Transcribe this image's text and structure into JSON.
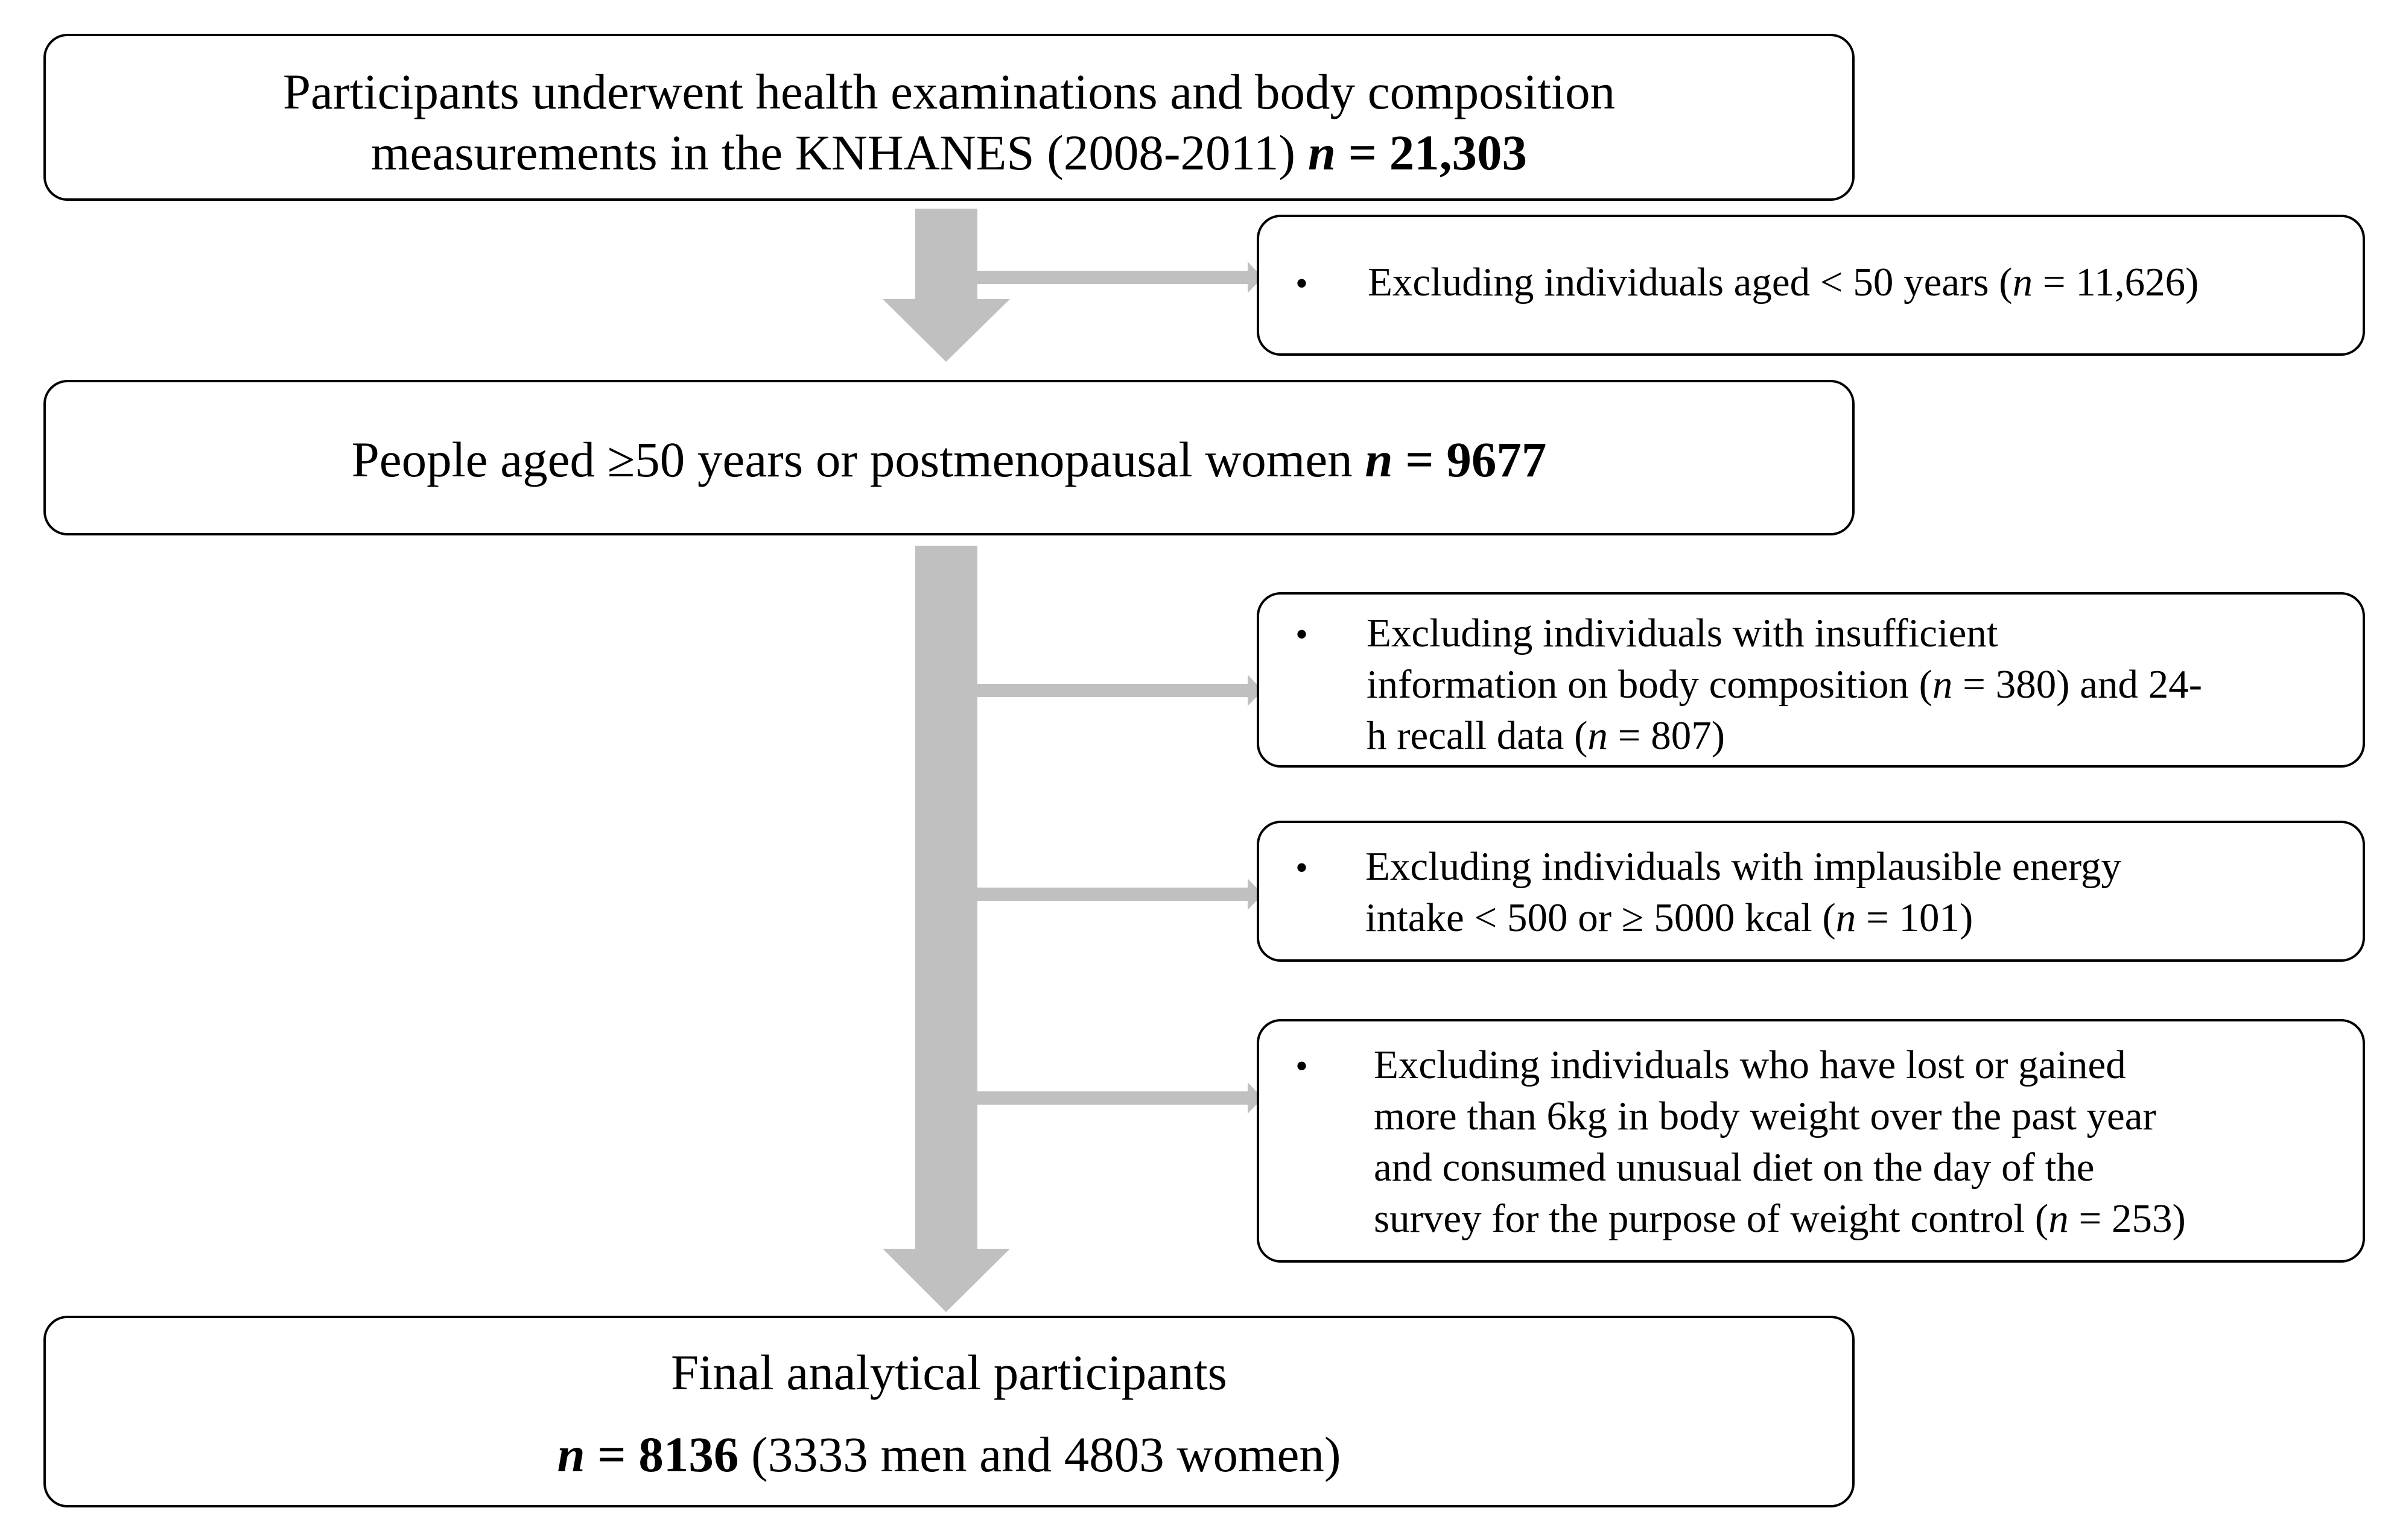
{
  "nodes": {
    "initial": {
      "line1": "Participants underwent health examinations and body composition",
      "line2": "measurements in the KNHANES (2008-2011) ",
      "n_label": "n",
      "n_value": " = 21,303"
    },
    "aged50": {
      "text": "People aged ≥50 years or postmenopausal women ",
      "n_label": "n",
      "n_value": " = 9677"
    },
    "final": {
      "line1": "Final analytical participants",
      "n_label": "n",
      "n_value": " = 8136",
      "detail": " (3333 men and 4803 women)"
    }
  },
  "exclusions": [
    {
      "bullet": "•",
      "pre": "Excluding individuals aged < 50 years (",
      "n_label": "n",
      "post": " = 11,626)"
    },
    {
      "bullet": "•",
      "line1": "Excluding individuals with insufficient",
      "line2a": "information on body composition (",
      "n_label_a": "n",
      "line2b": " = 380) and 24-",
      "line3a": "h recall data (",
      "n_label_b": "n",
      "line3b": " = 807)"
    },
    {
      "bullet": "•",
      "line1": "Excluding individuals with implausible energy",
      "line2a": "intake < 500 or ≥ 5000 kcal (",
      "n_label": "n",
      "line2b": " = 101)"
    },
    {
      "bullet": "•",
      "line1": "Excluding individuals who have lost or gained",
      "line2": "more than 6kg in body weight over the past year",
      "line3": "and consumed unusual diet on the day of the",
      "line4a": "survey for the purpose of weight control (",
      "n_label": "n",
      "line4b": " = 253)"
    }
  ],
  "colors": {
    "arrow": "#c0c0c0",
    "border": "#000000"
  }
}
